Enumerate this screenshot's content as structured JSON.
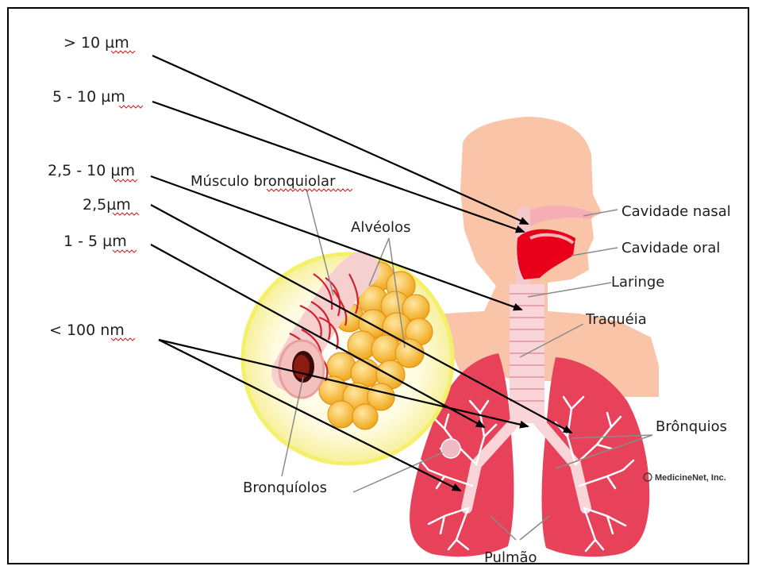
{
  "size_labels": {
    "gt10": "> 10 µm",
    "s5_10": "5 - 10 µm",
    "s25_10": "2,5 - 10 µm",
    "s25": "2,5µm",
    "s1_5": "1 - 5 µm",
    "lt100": "< 100 nm"
  },
  "anatomy_labels": {
    "musculo": "Músculo bronquiolar",
    "alveolos": "Alvéolos",
    "cavidade_nasal": "Cavidade nasal",
    "cavidade_oral": "Cavidade oral",
    "laringe": "Laringe",
    "traqueia": "Traquéia",
    "bronquios": "Brônquios",
    "bronquiolos": "Bronquíolos",
    "pulmao": "Pulmão"
  },
  "credit": "MedicineNet, Inc.",
  "colors": {
    "skin": "#f9c4a8",
    "lung": "#e8425a",
    "lung_dark": "#c92a44",
    "oral": "#e8001a",
    "alveoli": "#f7b733",
    "glow": "#f4f06a"
  }
}
